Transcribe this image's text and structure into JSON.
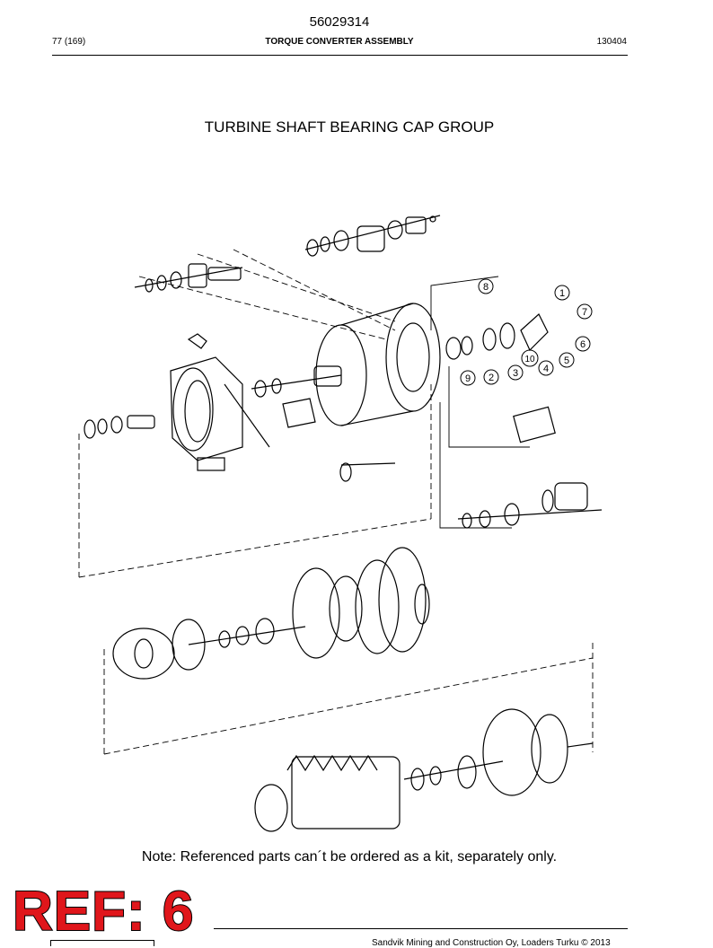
{
  "header": {
    "doc_number": "56029314",
    "page": "77 (169)",
    "section": "TORQUE CONVERTER ASSEMBLY",
    "date_code": "130404"
  },
  "title": "TURBINE SHAFT BEARING CAP GROUP",
  "callouts": [
    "1",
    "2",
    "3",
    "4",
    "5",
    "6",
    "7",
    "8",
    "9",
    "10"
  ],
  "note": "Note: Referenced parts can´t be ordered as a kit, separately only.",
  "ref_label": "REF: 6",
  "footer": {
    "copyright": "Sandvik Mining and Construction Oy, Loaders Turku © 2013"
  },
  "colors": {
    "ref": "#e0161b",
    "line": "#000000"
  }
}
